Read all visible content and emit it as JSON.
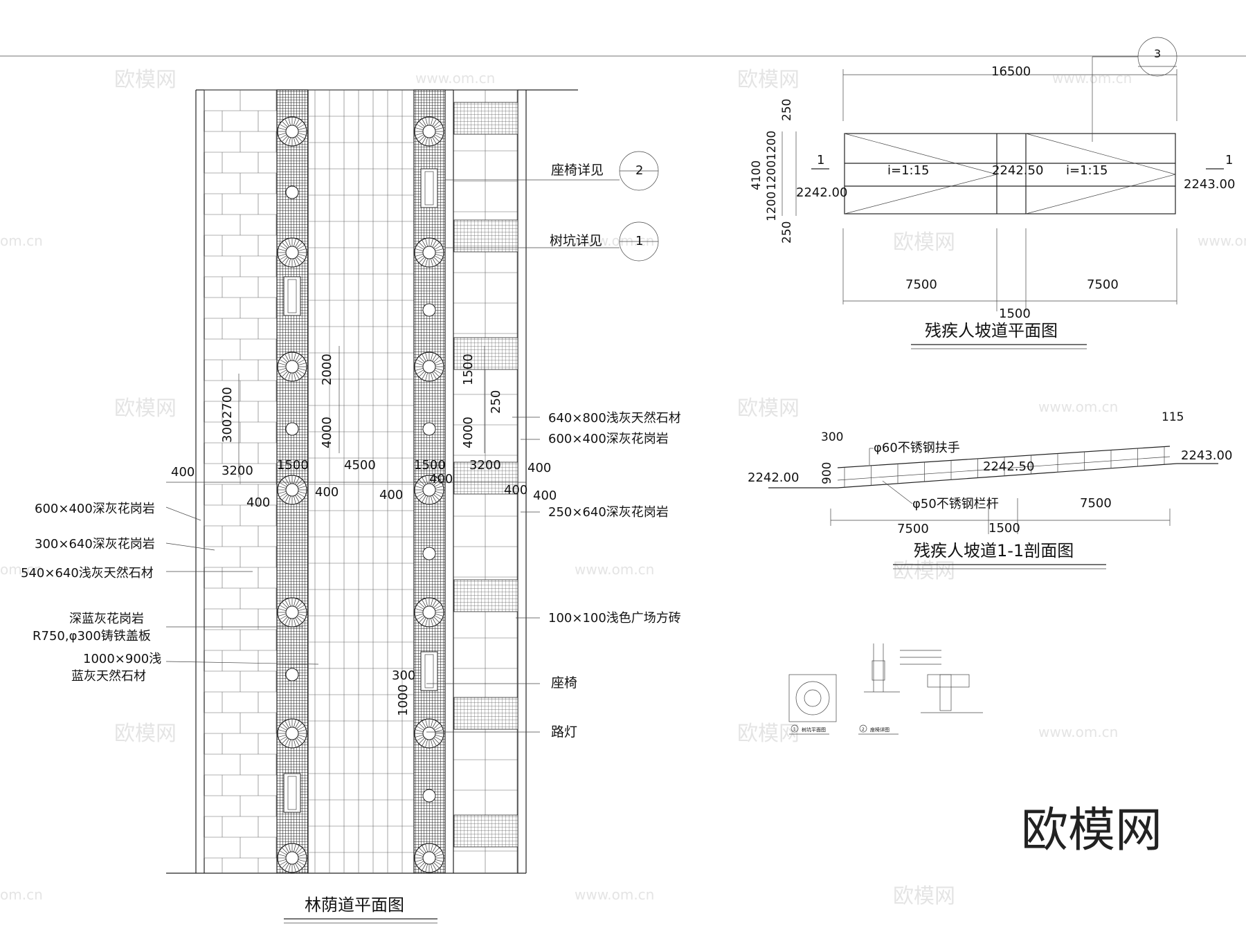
{
  "watermark": {
    "site": "www.om.cn",
    "brand": "欧模网",
    "domain_short": "om.cn"
  },
  "main_plan": {
    "title": "林荫道平面图",
    "callouts": [
      {
        "label": "座椅详见",
        "num": "2"
      },
      {
        "label": "树坑详见",
        "num": "1"
      }
    ],
    "left_labels": [
      "600×400深灰花岗岩",
      "300×640深灰花岗岩",
      "540×640浅灰天然石材",
      "深蓝灰花岗岩",
      "R750,φ300铸铁盖板",
      "1000×900浅",
      "蓝灰天然石材"
    ],
    "right_labels": [
      "640×800浅灰天然石材",
      "600×400深灰花岗岩",
      "250×640深灰花岗岩",
      "100×100浅色广场方砖",
      "座椅",
      "路灯"
    ],
    "dims": {
      "d400": "400",
      "d3200": "3200",
      "d1500": "1500",
      "d4500": "4500",
      "d2700": "2700",
      "d300": "300",
      "d2000": "2000",
      "d4000": "4000",
      "d250": "250",
      "d1000": "1000"
    }
  },
  "ramp_plan": {
    "title": "残疾人坡道平面图",
    "section_no": "3",
    "cut_no": "1",
    "dims": {
      "total": "16500",
      "half_a": "7500",
      "half_b": "7500",
      "mid": "1500",
      "height_total": "4100",
      "seg_1200": "1200",
      "seg_1200b": "1200",
      "seg_1200c": "1200",
      "seg_250": "250",
      "seg_250b": "250"
    },
    "slope": "i=1:15",
    "elev_left": "2242.00",
    "elev_mid": "2242.50",
    "elev_right": "2243.00"
  },
  "ramp_section": {
    "title": "残疾人坡道1-1剖面图",
    "handrail": "φ60不锈钢扶手",
    "railing": "φ50不锈钢栏杆",
    "dims": {
      "d300": "300",
      "d900": "900",
      "d115": "115",
      "half_a": "7500",
      "half_b": "7500",
      "mid": "1500"
    },
    "elev_left": "2242.00",
    "elev_mid": "2242.50",
    "elev_right": "2243.00"
  },
  "details": {
    "pit_caption": "树坑平面图",
    "seat_caption": "座椅详图",
    "pit_no": "1",
    "seat_no": "2"
  }
}
